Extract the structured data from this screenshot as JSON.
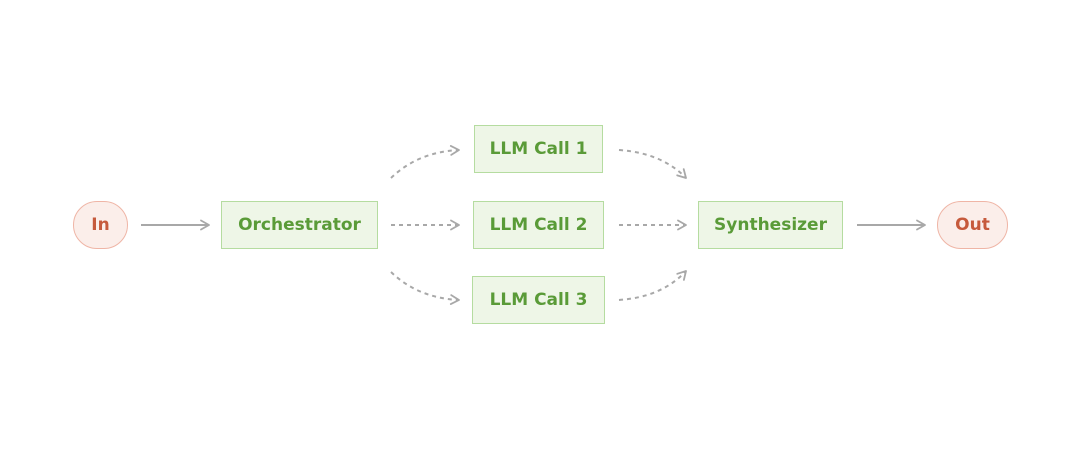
{
  "diagram": {
    "nodes": {
      "input": "In",
      "orchestrator": "Orchestrator",
      "llm_call_1": "LLM Call 1",
      "llm_call_2": "LLM Call 2",
      "llm_call_3": "LLM Call 3",
      "synthesizer": "Synthesizer",
      "output": "Out"
    },
    "edges": [
      {
        "from": "In",
        "to": "Orchestrator",
        "style": "solid"
      },
      {
        "from": "Orchestrator",
        "to": "LLM Call 1",
        "style": "dashed"
      },
      {
        "from": "Orchestrator",
        "to": "LLM Call 2",
        "style": "dashed"
      },
      {
        "from": "Orchestrator",
        "to": "LLM Call 3",
        "style": "dashed"
      },
      {
        "from": "LLM Call 1",
        "to": "Synthesizer",
        "style": "dashed"
      },
      {
        "from": "LLM Call 2",
        "to": "Synthesizer",
        "style": "dashed"
      },
      {
        "from": "LLM Call 3",
        "to": "Synthesizer",
        "style": "dashed"
      },
      {
        "from": "Synthesizer",
        "to": "Out",
        "style": "solid"
      }
    ]
  },
  "colors": {
    "terminal_fill": "#fbeeea",
    "terminal_border": "#efb5a6",
    "terminal_text": "#c65a3c",
    "step_fill": "#eef6e7",
    "step_border": "#b5dca0",
    "step_text": "#5a9b38",
    "arrow": "#a8a8a8"
  }
}
